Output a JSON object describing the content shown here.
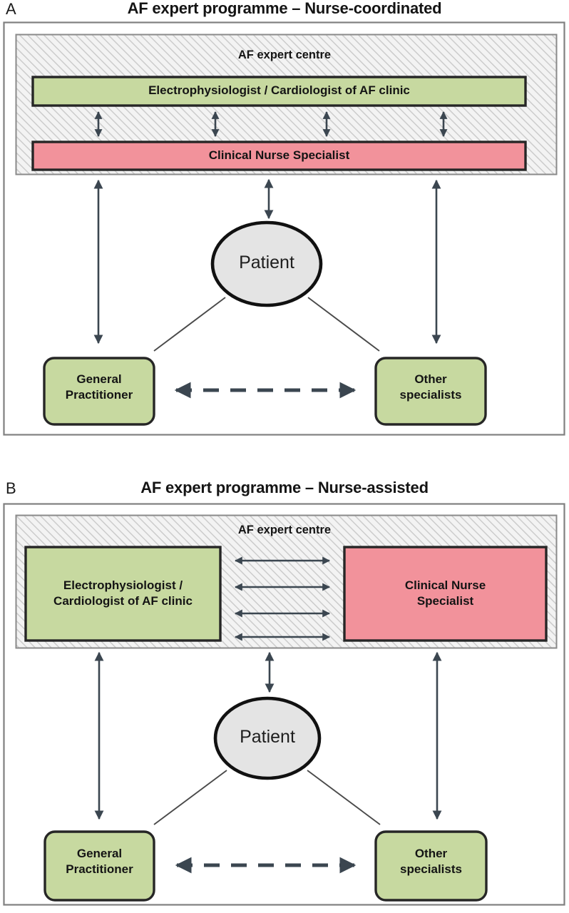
{
  "figure": {
    "background_color": "#ffffff",
    "colors": {
      "green_fill": "#c7d9a0",
      "red_fill": "#f2929b",
      "grey_fill": "#e4e4e4",
      "hatch_line": "#c9c9c9",
      "outline": "#262626",
      "panel_border": "#7a7a7a",
      "arrow": "#3b4650"
    }
  },
  "panels": [
    {
      "letter": "A",
      "title": "AF expert programme – Nurse-coordinated",
      "centre_label": "AF expert centre",
      "boxes": {
        "physician": "Electrophysiologist / Cardiologist of AF clinic",
        "nurse": "Clinical Nurse Specialist",
        "patient": "Patient",
        "gp_line1": "General",
        "gp_line2": "Practitioner",
        "other_line1": "Other",
        "other_line2": "specialists"
      },
      "connector_counts": {
        "physician_nurse_vertical_arrows": 4,
        "centre_to_gp_arrows": 1,
        "centre_to_patient_arrows": 1,
        "centre_to_other_arrows": 1,
        "patient_to_gp_lines": 1,
        "patient_to_other_lines": 1,
        "gp_other_dashed_arrows": 1
      }
    },
    {
      "letter": "B",
      "title": "AF expert programme – Nurse-assisted",
      "centre_label": "AF expert centre",
      "boxes": {
        "physician_line1": "Electrophysiologist /",
        "physician_line2": "Cardiologist of AF clinic",
        "nurse_line1": "Clinical Nurse",
        "nurse_line2": "Specialist",
        "patient": "Patient",
        "gp_line1": "General",
        "gp_line2": "Practitioner",
        "other_line1": "Other",
        "other_line2": "specialists"
      },
      "connector_counts": {
        "physician_nurse_horizontal_arrows": 4,
        "centre_to_gp_arrows": 1,
        "centre_to_patient_arrows": 1,
        "centre_to_other_arrows": 1,
        "patient_to_gp_lines": 1,
        "patient_to_other_lines": 1,
        "gp_other_dashed_arrows": 1
      }
    }
  ]
}
